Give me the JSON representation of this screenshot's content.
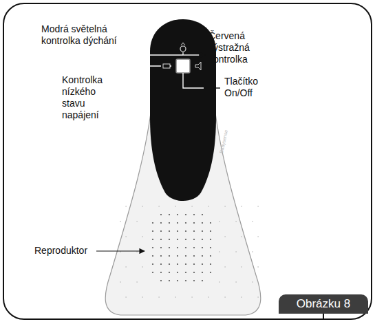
{
  "diagram": {
    "nodes": [
      {
        "text": [
          "Obrázku 8"
        ]
      }
    ],
    "labels": [
      "Modrá světelná kontrolka dýchání",
      "Kontrolka nízkého stavu napájení",
      "Červená výstražná kontrolka",
      "Tlačítko On/Off",
      "Reproduktor",
      "Babysense"
    ]
  }
}
